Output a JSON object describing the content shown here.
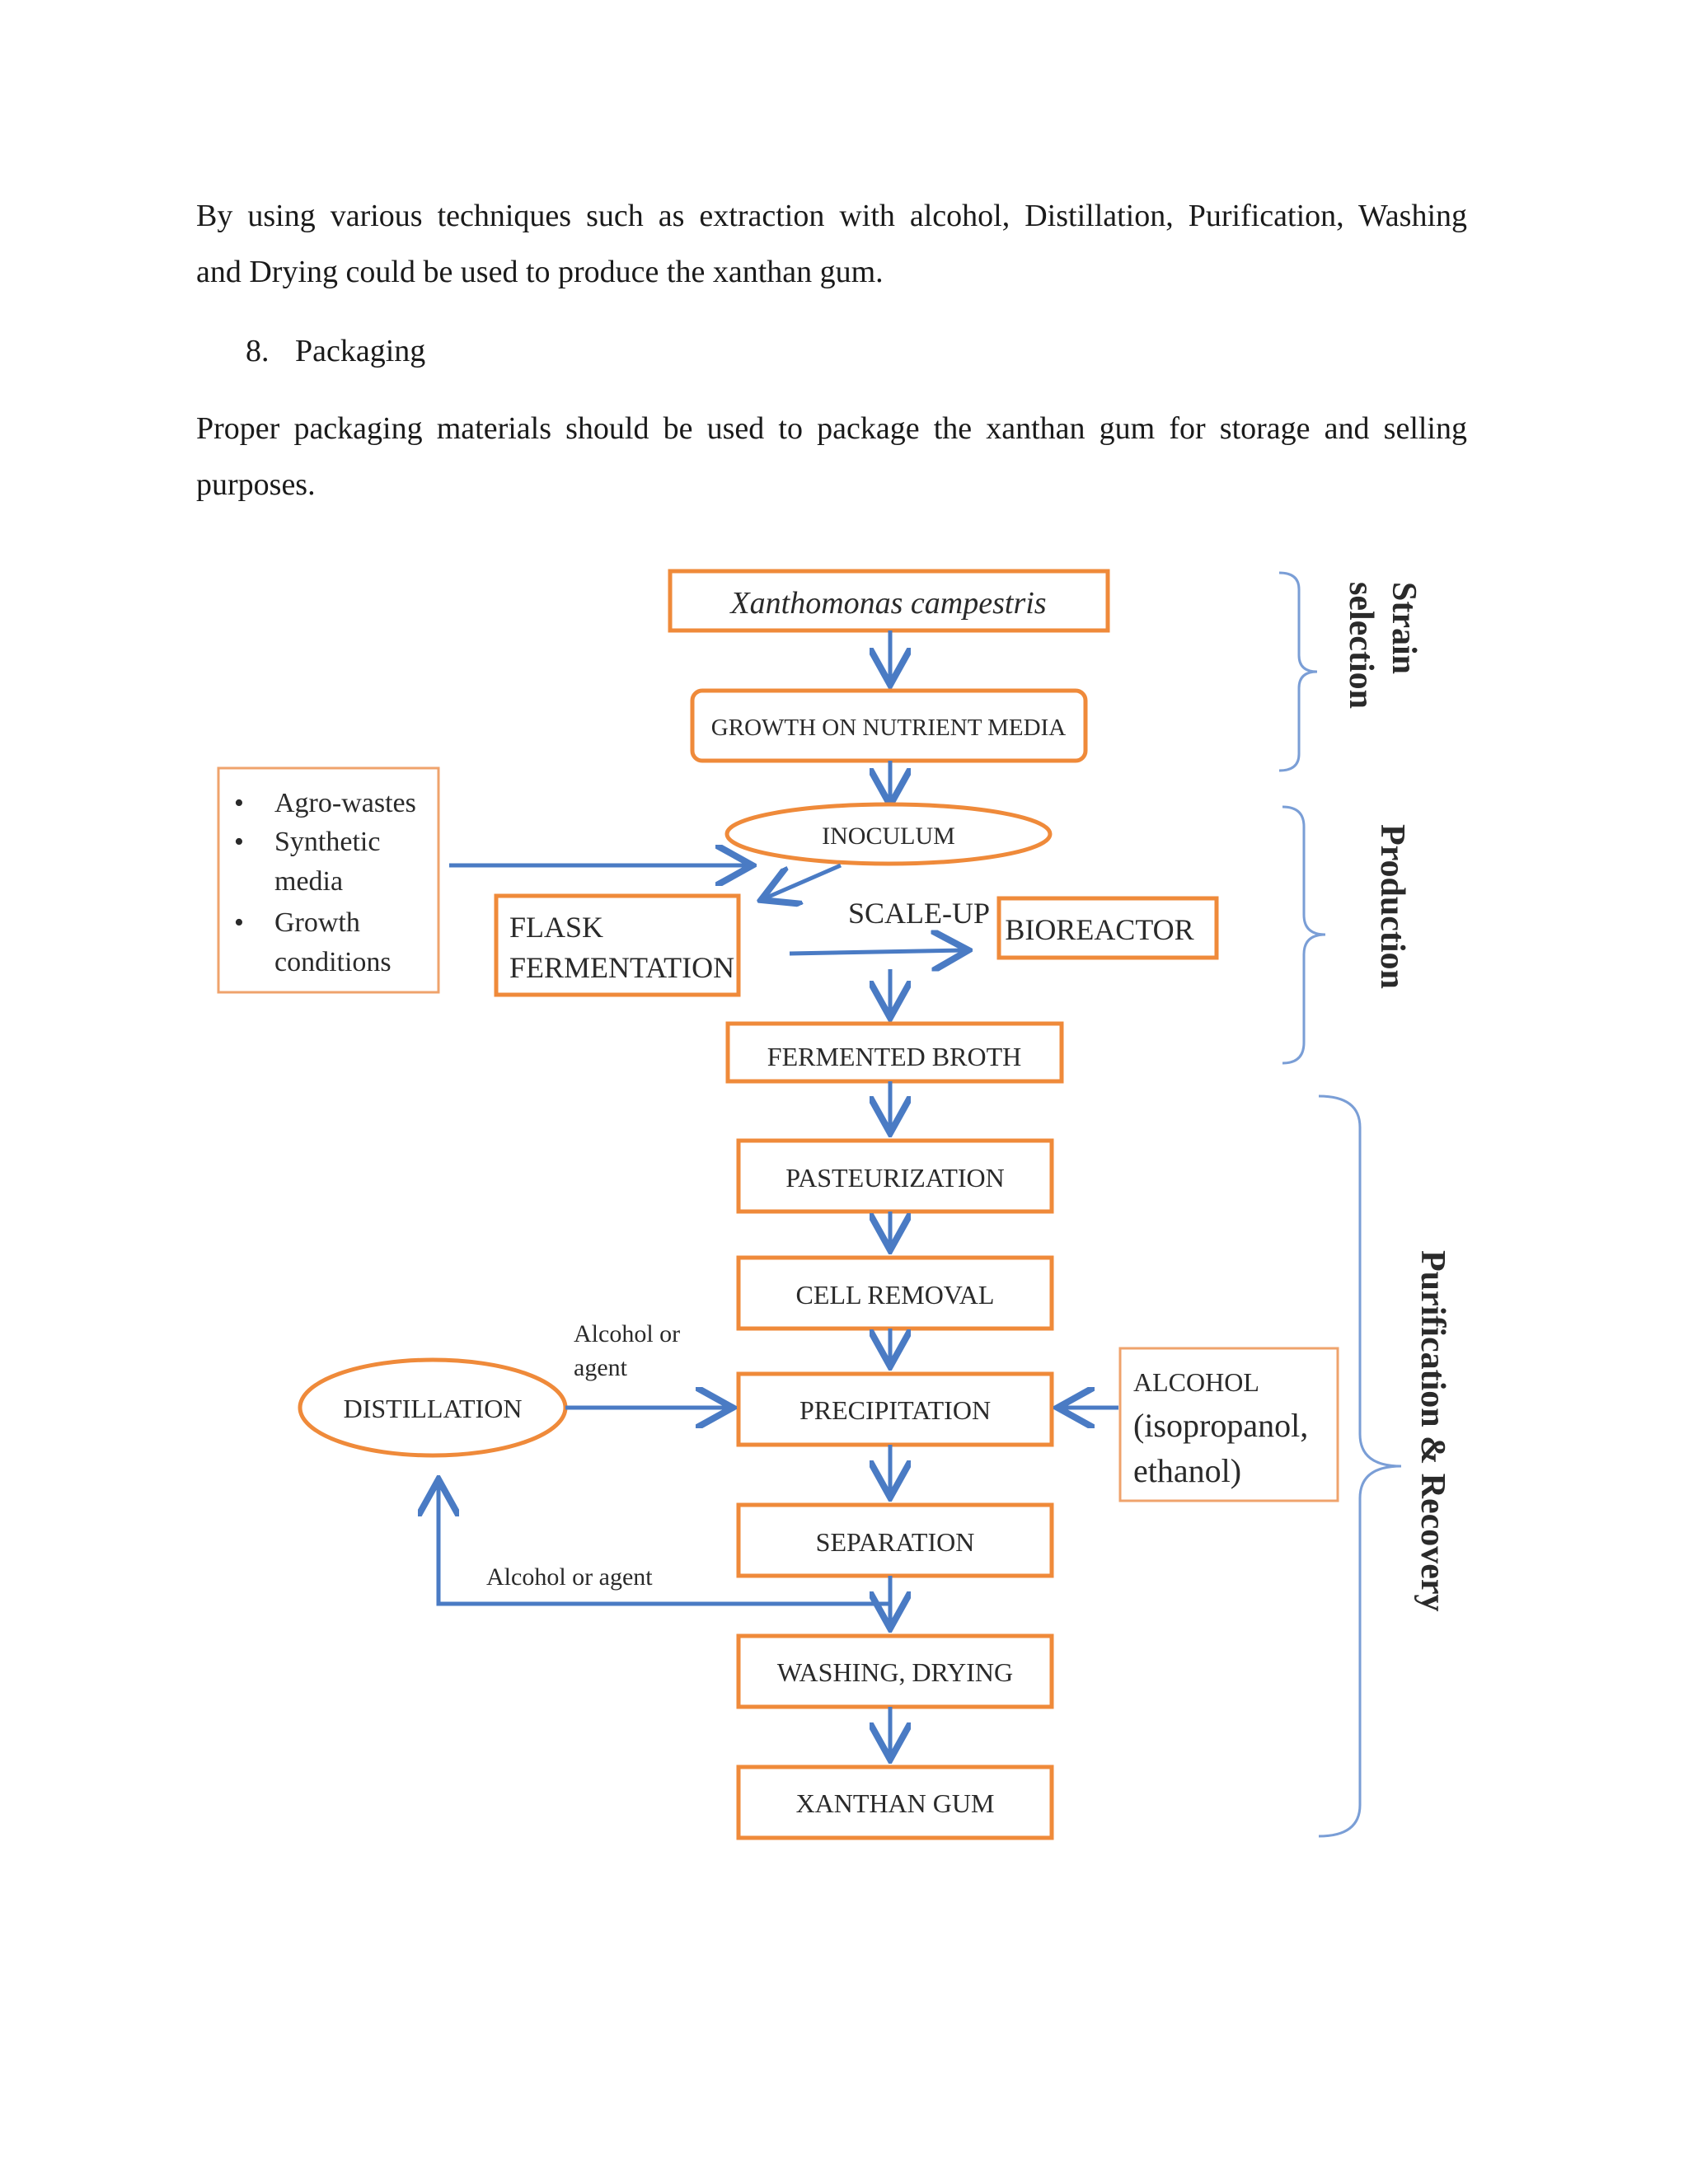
{
  "paragraphs": {
    "p1": "By using various techniques such as extraction with alcohol, Distillation, Purification, Washing and Drying could be used to produce the xanthan gum.",
    "p1_line1": "By using various techniques such as extraction with alcohol, Distillation, Purification, Washing",
    "p1_line2": "and Drying could be used to produce the xanthan gum.",
    "list_number": "8.",
    "list_label": "Packaging",
    "p2_line1": "Proper packaging materials should be used to package the xanthan gum for storage and selling",
    "p2_line2": "purposes."
  },
  "diagram": {
    "nodes": {
      "organism": "Xanthomonas campestris",
      "growth": "GROWTH ON NUTRIENT MEDIA",
      "inoculum": "INOCULUM",
      "flask_line1": "FLASK",
      "flask_line2": "FERMENTATION",
      "scale_up": "SCALE-UP",
      "bioreactor": "BIOREACTOR",
      "fermented_broth": "FERMENTED BROTH",
      "pasteurization": "PASTEURIZATION",
      "cell_removal": "CELL REMOVAL",
      "precipitation": "PRECIPITATION",
      "separation": "SEPARATION",
      "washing_drying": "WASHING, DRYING",
      "xanthan_gum": "XANTHAN GUM",
      "distillation": "DISTILLATION"
    },
    "inputs": {
      "agro_wastes": "Agro-wastes",
      "synthetic_line1": "Synthetic",
      "synthetic_line2": "media",
      "growth_line1": "Growth",
      "growth_line2": "conditions",
      "bullet": "•",
      "alcohol_title": "ALCOHOL",
      "alcohol_line2": "(isopropanol,",
      "alcohol_line3": "ethanol)"
    },
    "edge_labels": {
      "alcohol_or_line1": "Alcohol or",
      "alcohol_or_line2": "agent",
      "alcohol_or_agent": "Alcohol or agent"
    },
    "stages": {
      "strain_line1": "Strain",
      "strain_line2": "selection",
      "production": "Production",
      "purification": "Purification & Recovery"
    }
  }
}
